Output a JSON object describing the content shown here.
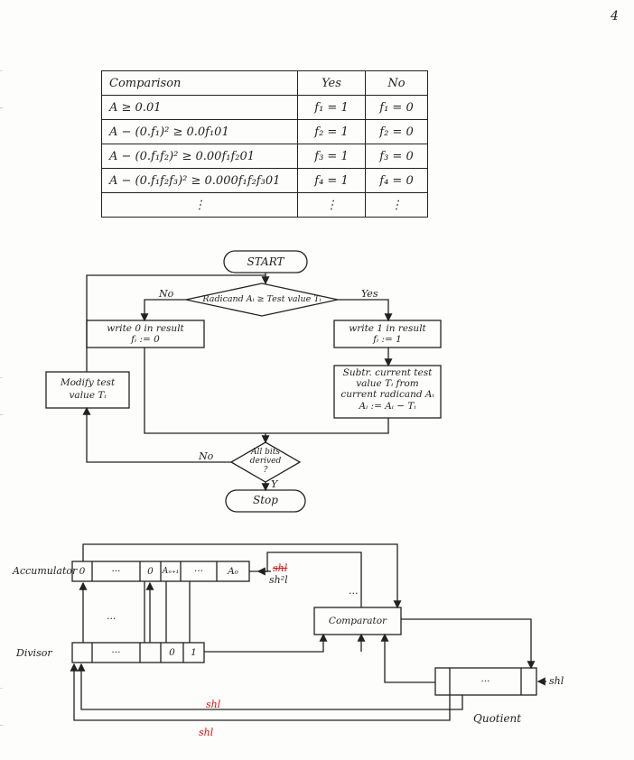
{
  "page_number": "4",
  "table": {
    "headers": [
      "Comparison",
      "Yes",
      "No"
    ],
    "rows": [
      [
        "A ≥ 0.01",
        "f₁ = 1",
        "f₁ = 0"
      ],
      [
        "A − (0.f₁)² ≥ 0.0f₁01",
        "f₂ = 1",
        "f₂ = 0"
      ],
      [
        "A − (0.f₁f₂)² ≥ 0.00f₁f₂01",
        "f₃ = 1",
        "f₃ = 0"
      ],
      [
        "A − (0.f₁f₂f₃)² ≥ 0.000f₁f₂f₃01",
        "f₄ = 1",
        "f₄ = 0"
      ],
      [
        "⋮",
        "⋮",
        "⋮"
      ]
    ]
  },
  "flowchart": {
    "start": "START",
    "decision1": "Radicand Aᵢ ≥ Test value Tᵢ",
    "no_label": "No",
    "yes_label": "Yes",
    "write0": [
      "write 0 in result",
      "fᵢ := 0"
    ],
    "write1": [
      "write 1 in result",
      "fᵢ := 1"
    ],
    "subtract": [
      "Subtr. current test",
      "value Tᵢ from",
      "current radicand Aᵢ",
      "Aᵢ := Aᵢ − Tᵢ"
    ],
    "modify": [
      "Modify test",
      "value Tᵢ"
    ],
    "decision2": [
      "All bits",
      "derived",
      "?"
    ],
    "no2": "No",
    "yes2": "Y",
    "stop": "Stop"
  },
  "register": {
    "accumulator": "Accumulator",
    "acc_cells": [
      "0",
      "···",
      "0",
      "Aₙ₊₁",
      "···",
      "A₀"
    ],
    "acc_shift_struck": "shl",
    "acc_shift": "sh²l",
    "dots_mid": "···",
    "dots_top": "···",
    "comparator": "Comparator",
    "divisor": "Divisor",
    "div_cells": [
      "",
      "···",
      "",
      "0",
      "1"
    ],
    "quotient": "Quotient",
    "q_dots": "···",
    "q_shift": "shl",
    "red_shl_1": "shl",
    "red_shl_2": "shl"
  }
}
